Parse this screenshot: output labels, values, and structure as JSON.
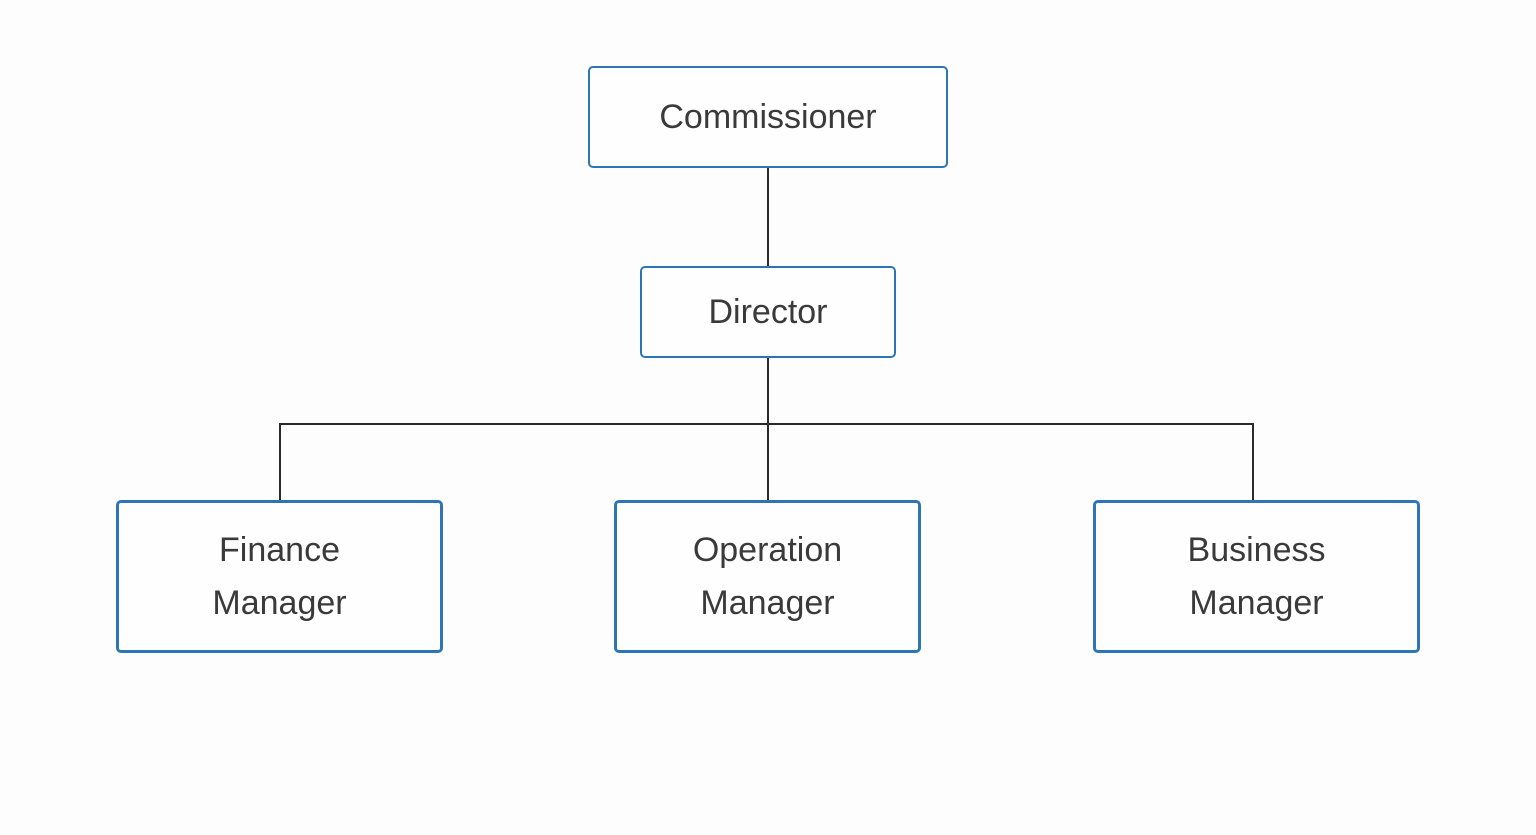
{
  "diagram": {
    "type": "org-chart",
    "background_color": "#fdfdfd",
    "box_fill": "#fefefe",
    "box_border_color": "#2e75b6",
    "text_color": "#3a3a3a",
    "connector_color": "#2b2b2b"
  },
  "nodes": {
    "commissioner": {
      "label": "Commissioner",
      "level": 1
    },
    "director": {
      "label": "Director",
      "level": 2,
      "reports_to": "Commissioner"
    },
    "finance": {
      "label": "Finance Manager",
      "level": 3,
      "reports_to": "Director"
    },
    "operation": {
      "label": "Operation Manager",
      "level": 3,
      "reports_to": "Director"
    },
    "business": {
      "label": "Business Manager",
      "level": 3,
      "reports_to": "Director"
    }
  },
  "edges": [
    {
      "from": "Commissioner",
      "to": "Director"
    },
    {
      "from": "Director",
      "to": "Finance Manager"
    },
    {
      "from": "Director",
      "to": "Operation Manager"
    },
    {
      "from": "Director",
      "to": "Business Manager"
    }
  ]
}
